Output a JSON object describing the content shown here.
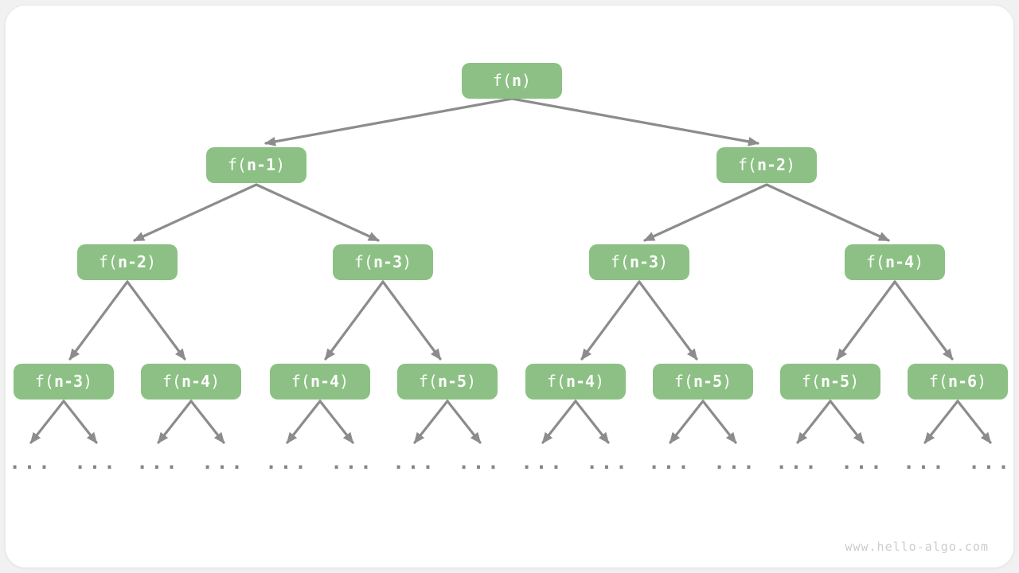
{
  "colors": {
    "node_fill": "#8CC084",
    "node_text": "#FFFFFF",
    "arrow": "#8C8C8C",
    "ellipsis": "#848484",
    "watermark": "#CCCCCC",
    "card": "#FFFFFF",
    "page_bg": "#F1F1F1"
  },
  "tree": {
    "node_open": "f(",
    "node_close": ")",
    "levels": [
      {
        "nodes": [
          {
            "arg": "n"
          }
        ]
      },
      {
        "nodes": [
          {
            "arg": "n-1"
          },
          {
            "arg": "n-2"
          }
        ]
      },
      {
        "nodes": [
          {
            "arg": "n-2"
          },
          {
            "arg": "n-3"
          },
          {
            "arg": "n-3"
          },
          {
            "arg": "n-4"
          }
        ]
      },
      {
        "nodes": [
          {
            "arg": "n-3"
          },
          {
            "arg": "n-4"
          },
          {
            "arg": "n-4"
          },
          {
            "arg": "n-5"
          },
          {
            "arg": "n-4"
          },
          {
            "arg": "n-5"
          },
          {
            "arg": "n-5"
          },
          {
            "arg": "n-6"
          }
        ]
      }
    ],
    "ellipsis": "...",
    "watermark": "www.hello-algo.com"
  }
}
